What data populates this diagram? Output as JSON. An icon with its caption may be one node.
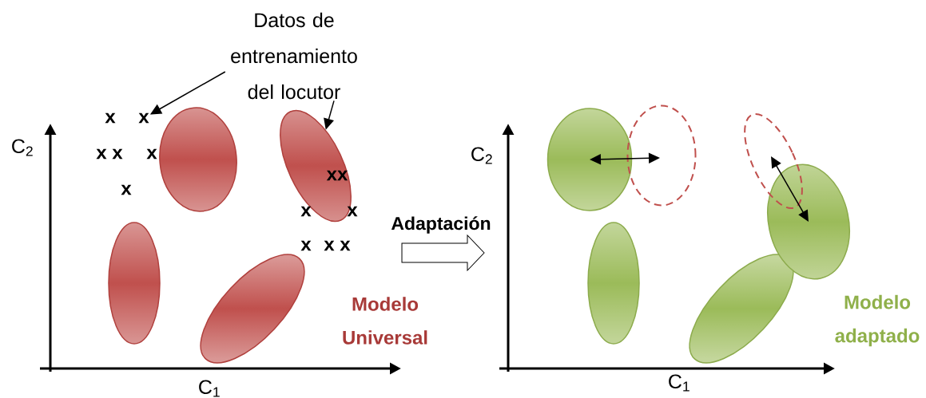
{
  "diagram": {
    "nodes": [
      {
        "text": [
          "Datos de entrenamiento del locutor"
        ]
      },
      {
        "text": [],
        "shape": "ellipse"
      },
      {
        "text": [],
        "shape": "ellipse"
      },
      {
        "text": [],
        "shape": "ellipse"
      },
      {
        "text": [],
        "shape": "ellipse"
      },
      {
        "text": [],
        "shape": "ellipse"
      },
      {
        "text": [],
        "shape": "ellipse"
      },
      {
        "text": [],
        "shape": "ellipse"
      },
      {
        "text": [],
        "shape": "ellipse"
      },
      {
        "text": [],
        "shape": "ellipse"
      },
      {
        "text": [],
        "shape": "ellipse"
      },
      {
        "text": [
          "x"
        ]
      }
    ],
    "edges": [
      {
        "from": 0,
        "to": 11,
        "arrow": "to"
      },
      {
        "from": 0,
        "to": 4,
        "arrow": "to"
      },
      {
        "from": 5,
        "to": 7,
        "arrow": "both"
      },
      {
        "from": 10,
        "to": 9,
        "arrow": "both"
      }
    ],
    "labels": [
      "x",
      "x x",
      "x",
      "x",
      "xx",
      "x",
      "x",
      "x",
      "x x",
      "C$_{2}$",
      "Adaptación",
      "Modelo Universal",
      "C$_{1}$",
      "C$_{2}$",
      "Modelo adaptado",
      "C$_{1}$"
    ]
  }
}
